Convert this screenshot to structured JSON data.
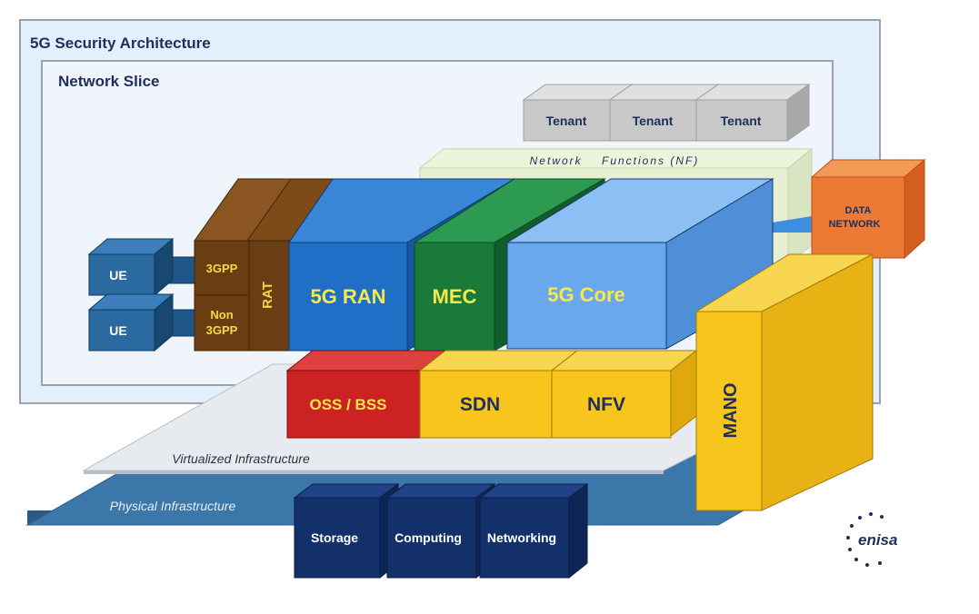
{
  "outer": {
    "title": "5G Security Architecture"
  },
  "slice": {
    "title": "Network Slice"
  },
  "tenants": [
    "Tenant",
    "Tenant",
    "Tenant"
  ],
  "nf": {
    "label": "Network    Functions (NF)"
  },
  "ue": [
    "UE",
    "UE"
  ],
  "access": {
    "top": "3GPP",
    "bottom_line1": "Non",
    "bottom_line2": "3GPP",
    "rat": "RAT"
  },
  "blocks": {
    "ran": "5G RAN",
    "mec": "MEC",
    "core": "5G Core",
    "oss": "OSS / BSS",
    "sdn": "SDN",
    "nfv": "NFV",
    "mano": "MANO",
    "data_network_line1": "DATA",
    "data_network_line2": "NETWORK"
  },
  "layers": {
    "virtual": "Virtualized Infrastructure",
    "physical": "Physical Infrastructure"
  },
  "resources": [
    "Storage",
    "Computing",
    "Networking"
  ],
  "logo": {
    "text": "enisa"
  },
  "colors": {
    "ran": "#1f6fc6",
    "mec": "#1a7a3a",
    "core": "#6aa8ee",
    "rat": "#6b3d12",
    "oss": "#cc2222",
    "yellow": "#f7c51c",
    "data_network": "#ec7a34",
    "ue": "#2a6aa0",
    "resource": "#13306a",
    "tenant": "#c8c8c8"
  }
}
